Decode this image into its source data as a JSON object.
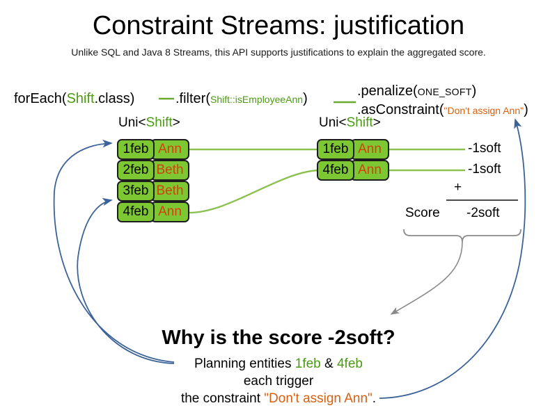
{
  "slide": {
    "title": "Constraint Streams: justification",
    "subtitle": "Unlike SQL and Java 8 Streams, this API supports justifications to explain the aggregated score."
  },
  "code": {
    "foreach": {
      "prefix": "forEach(",
      "type": "Shift",
      "suffix": ".class)"
    },
    "filter": {
      "prefix": ".filter(",
      "method_ref": "Shift::isEmployeeAnn",
      "suffix": ")"
    },
    "penalize": {
      "prefix": ".penalize(",
      "arg": "ONE_SOFT",
      "suffix": ")"
    },
    "as_constraint": {
      "prefix": ".asConstraint(",
      "arg": "\"Don't assign Ann\"",
      "suffix": ")"
    }
  },
  "streams": {
    "left": {
      "header_prefix": "Uni<",
      "header_type": "Shift",
      "header_suffix": ">",
      "rows": [
        {
          "date": "1feb",
          "employee": "Ann"
        },
        {
          "date": "2feb",
          "employee": "Beth"
        },
        {
          "date": "3feb",
          "employee": "Beth"
        },
        {
          "date": "4feb",
          "employee": "Ann"
        }
      ]
    },
    "right": {
      "header_prefix": "Uni<",
      "header_type": "Shift",
      "header_suffix": ">",
      "rows": [
        {
          "date": "1feb",
          "employee": "Ann"
        },
        {
          "date": "4feb",
          "employee": "Ann"
        }
      ]
    }
  },
  "score": {
    "penalties": [
      "-1soft",
      "-1soft"
    ],
    "operator": "+",
    "label": "Score",
    "total": "-2soft"
  },
  "explanation": {
    "heading": "Why is the score -2soft?",
    "line1_prefix": "Planning entities ",
    "line1_entity_a": "1feb",
    "line1_amp": " & ",
    "line1_entity_b": "4feb",
    "line2": "each trigger",
    "line3_prefix": "the constraint ",
    "line3_constraint": "\"Don't assign Ann\"",
    "line3_suffix": "."
  },
  "colors": {
    "tuple_fill": "#7dc832",
    "tuple_border": "#1d1d1d",
    "type_green": "#4a9a12",
    "value_orange": "#d2410d",
    "string_orange": "#d95f0e",
    "connector_green": "#8cc152",
    "justification_blue": "#3b6399",
    "brace_gray": "#808080"
  }
}
